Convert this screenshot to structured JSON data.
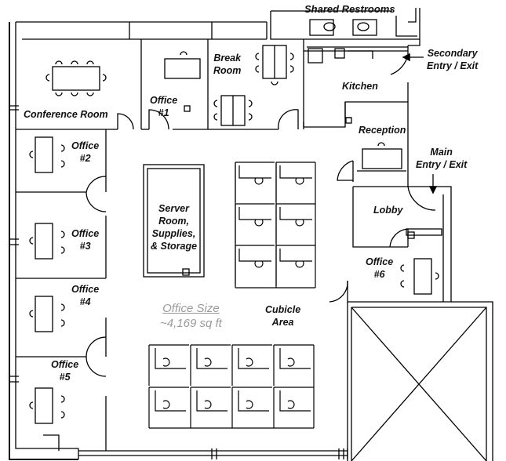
{
  "floor_plan": {
    "rooms": {
      "shared_restrooms": "Shared Restrooms",
      "conference_room": "Conference Room",
      "break_room": [
        "Break",
        "Room"
      ],
      "office_1": [
        "Office",
        "#1"
      ],
      "office_2": [
        "Office",
        "#2"
      ],
      "office_3": [
        "Office",
        "#3"
      ],
      "office_4": [
        "Office",
        "#4"
      ],
      "office_5": [
        "Office",
        "#5"
      ],
      "office_6": [
        "Office",
        "#6"
      ],
      "kitchen": "Kitchen",
      "reception": "Reception",
      "lobby": "Lobby",
      "server_room": [
        "Server",
        "Room,",
        "Supplies,",
        "& Storage"
      ],
      "cubicle_area": [
        "Cubicle",
        "Area"
      ]
    },
    "entries": {
      "secondary": [
        "Secondary",
        "Entry / Exit"
      ],
      "main": [
        "Main",
        "Entry / Exit"
      ]
    },
    "office_size": {
      "title": "Office Size",
      "value": "~4,169 sq ft"
    }
  }
}
